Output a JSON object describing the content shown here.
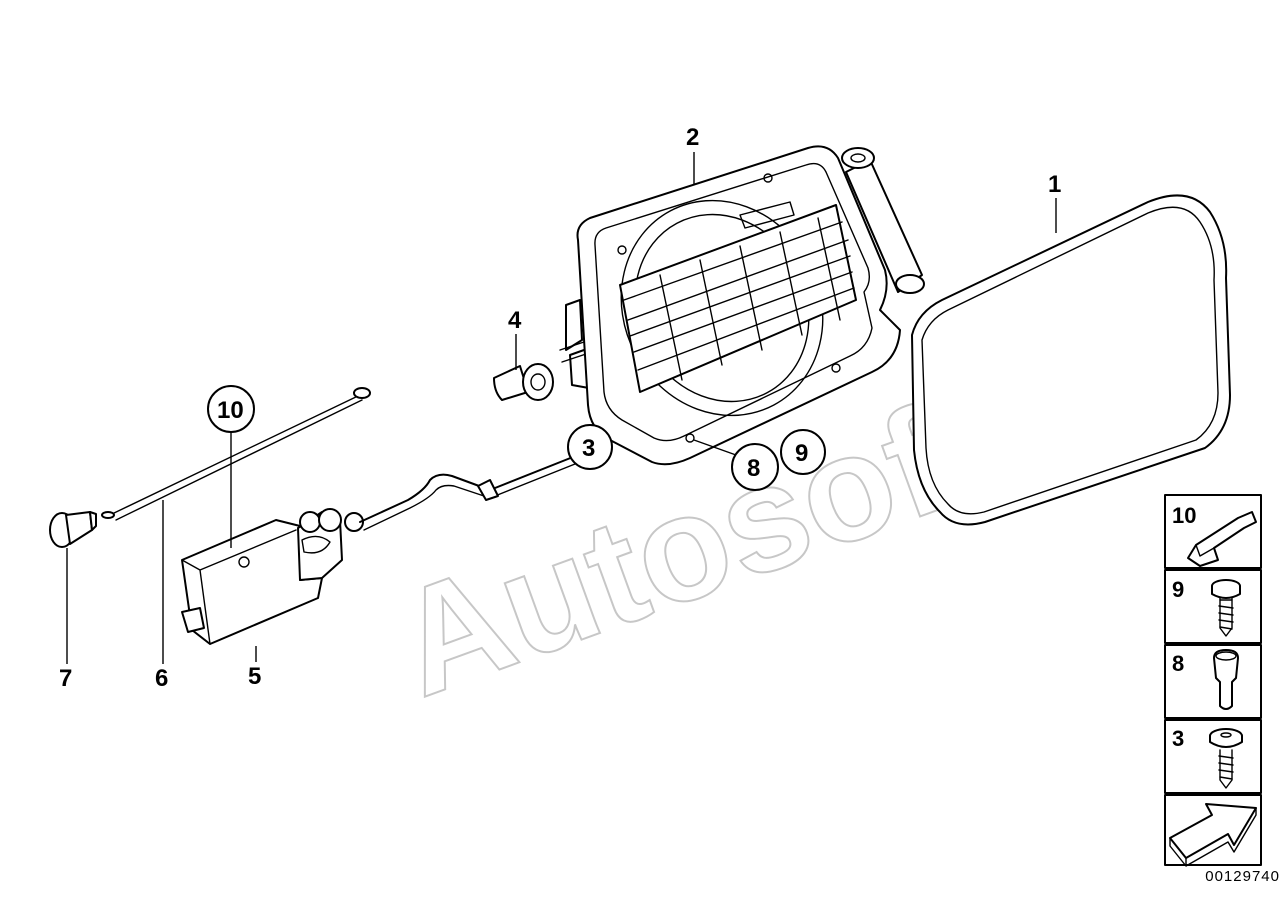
{
  "watermark": "Autosoft",
  "document_number": "00129740",
  "callouts": {
    "part_1": "1",
    "part_2": "2",
    "part_3": "3",
    "part_4": "4",
    "part_5": "5",
    "part_6": "6",
    "part_7": "7",
    "part_8": "8",
    "part_9": "9",
    "part_10": "10"
  },
  "legend": [
    {
      "number": "10",
      "part": "clip"
    },
    {
      "number": "9",
      "part": "screw"
    },
    {
      "number": "8",
      "part": "pin"
    },
    {
      "number": "3",
      "part": "screw"
    }
  ],
  "icons": [
    "fuel-filler-flap-icon",
    "filler-housing-icon",
    "actuator-icon",
    "cable-icon",
    "clip-icon",
    "screw-icon",
    "pin-icon",
    "next-page-arrow-icon"
  ]
}
